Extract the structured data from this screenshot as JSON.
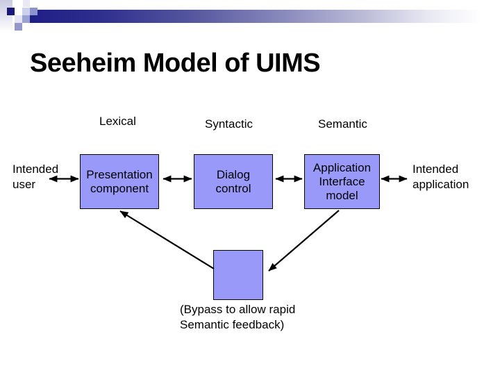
{
  "slide": {
    "title": "Seeheim Model of UIMS"
  },
  "columns": {
    "lexical": "Lexical",
    "syntactic": "Syntactic",
    "semantic": "Semantic"
  },
  "nodes": {
    "presentation": {
      "line1": "Presentation",
      "line2": "component"
    },
    "dialog": {
      "line1": "Dialog",
      "line2": "control"
    },
    "application": {
      "line1": "Application",
      "line2": "Interface",
      "line3": "model"
    },
    "bypass": {
      "label": ""
    }
  },
  "side_labels": {
    "user": {
      "line1": "Intended",
      "line2": "user"
    },
    "application": {
      "line1": "Intended",
      "line2": "application"
    }
  },
  "caption": {
    "line1": "(Bypass to allow rapid",
    "line2": "Semantic feedback)"
  },
  "colors": {
    "node_fill": "#9999fa",
    "node_border": "#000000",
    "header_bar_navy": "#1e1e87",
    "deco_dark_square": "#191978",
    "text": "#000000",
    "background": "#ffffff"
  }
}
